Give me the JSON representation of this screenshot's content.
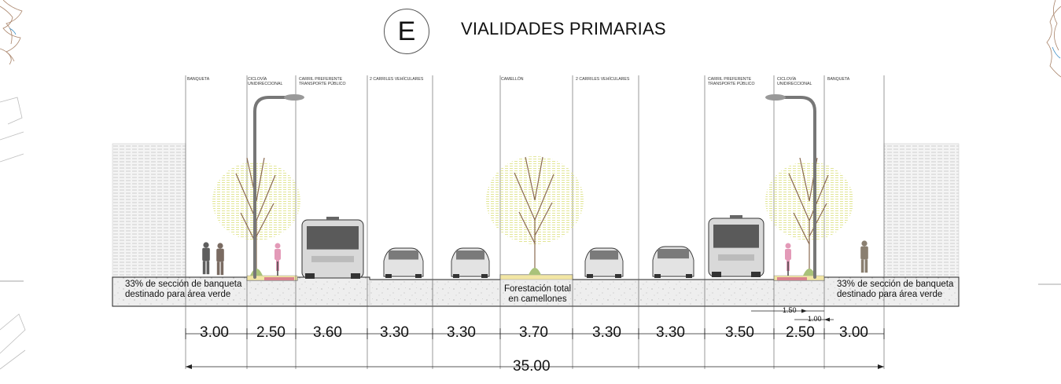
{
  "header": {
    "section_letter": "E",
    "title": "VIALIDADES PRIMARIAS"
  },
  "zones": [
    {
      "label": "BANQUETA"
    },
    {
      "label": "CICLOVÍA UNIDIRECCIONAL"
    },
    {
      "label": "CARRIL PREFERENTE TRANSPORTE PÚBLICO"
    },
    {
      "label": "2 CARRILES VEHÍCULARES"
    },
    {
      "label": "CAMELLÓN"
    },
    {
      "label": "2 CARRILES VEHÍCULARES"
    },
    {
      "label": "CARRIL PREFERENTE TRANSPORTE PÚBLICO"
    },
    {
      "label": "CICLOVÍA UNIDIRECCIONAL"
    },
    {
      "label": "BANQUETA"
    }
  ],
  "notes": {
    "left_1": "33% de sección de banqueta",
    "left_2": "destinado para área verde",
    "center_1": "Forestación total",
    "center_2": "en camellones",
    "right_1": "33% de sección de banqueta",
    "right_2": "destinado para área verde"
  },
  "dimensions": [
    "3.00",
    "2.50",
    "3.60",
    "3.30",
    "3.30",
    "3.70",
    "3.30",
    "3.30",
    "3.50",
    "2.50",
    "3.00"
  ],
  "sub_dimensions": {
    "a": "1.50",
    "b": "1.00"
  },
  "total": "35.00",
  "colors": {
    "line": "#222222",
    "tree_canopy": "#e9ec9a",
    "tree_trunk": "#8a6a50",
    "ground": "#ececec",
    "planter": "#f2e6a4",
    "bike_lane": "#d9838f",
    "cyclist": "#e39ab8",
    "building": "#e6e6e6"
  }
}
